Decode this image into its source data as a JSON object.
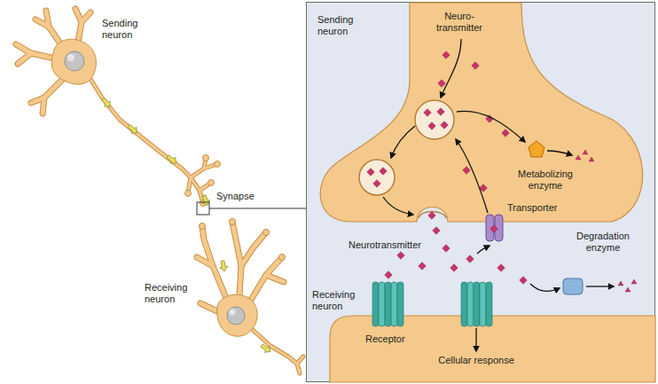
{
  "diagram": {
    "labels": [
      "Sending neuron",
      "Synapse",
      "Receiving neuron",
      "Sending neuron",
      "Neuro- transmitter",
      "Metabolizing enzyme",
      "Transporter",
      "Neurotransmitter",
      "Degradation enzyme",
      "Receiving neuron",
      "Receptor",
      "Cellular response"
    ]
  }
}
